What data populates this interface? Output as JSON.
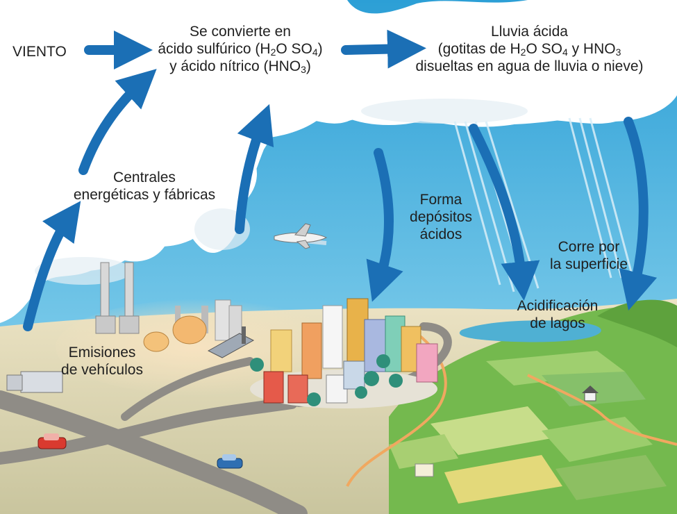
{
  "labels": {
    "viento": "VIENTO",
    "convierte": {
      "line1": "Se convierte en",
      "line2_a": "ácido sulfúrico (H",
      "line2_sub1": "2",
      "line2_b": "O SO",
      "line2_sub2": "4",
      "line2_c": ")",
      "line3_a": "y ácido nítrico (HNO",
      "line3_sub": "3",
      "line3_b": ")"
    },
    "lluvia": {
      "line1": "Lluvia ácida",
      "line2_a": "(gotitas de H",
      "line2_sub1": "2",
      "line2_b": "O SO",
      "line2_sub2": "4",
      "line2_c": " y HNO",
      "line2_sub3": "3",
      "line3": "disueltas en agua de lluvia o nieve)"
    },
    "centrales": {
      "line1": "Centrales",
      "line2": "energéticas y fábricas"
    },
    "deposits": {
      "line1": "Forma",
      "line2": "depósitos",
      "line3": "ácidos"
    },
    "corre": {
      "line1": "Corre por",
      "line2": "la superficie"
    },
    "acidificacion": {
      "line1": "Acidificación",
      "line2": "de lagos"
    },
    "emisiones": {
      "line1": "Emisiones",
      "line2": "de vehículos"
    }
  },
  "colors": {
    "sky": "#38a9dc",
    "cloud": "#ffffff",
    "arrow": "#1b6fb5",
    "hill": "#6bb24a",
    "ground": "#d8cfae",
    "road": "#8c8a86",
    "lake": "#5fb8d6"
  },
  "icons": [
    "smokestack-icon",
    "airplane-icon",
    "car-icon",
    "truck-icon",
    "house-icon",
    "building-icon",
    "tree-icon"
  ]
}
